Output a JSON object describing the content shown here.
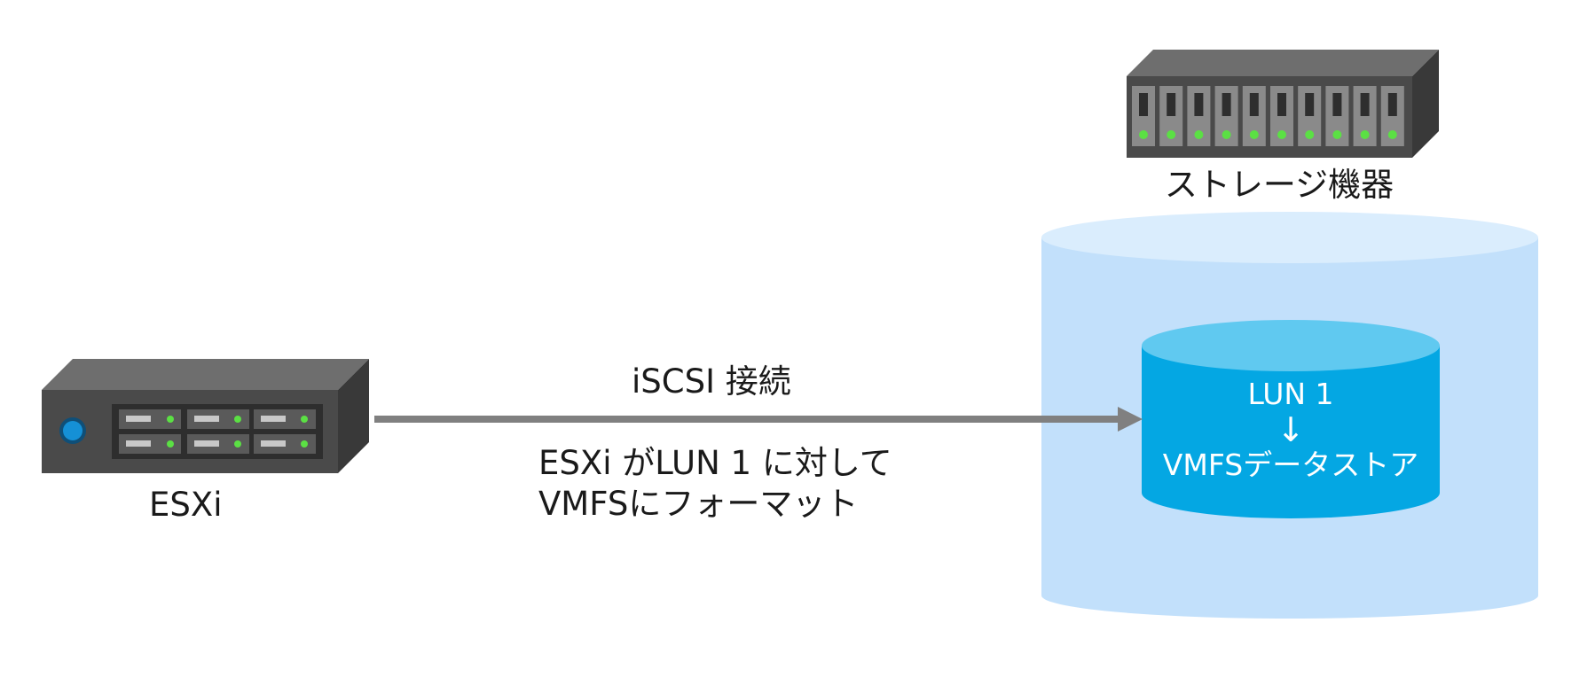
{
  "esxi": {
    "label": "ESXi"
  },
  "storage": {
    "label": "ストレージ機器"
  },
  "connection": {
    "label": "iSCSI 接続",
    "note_line1": "ESXi がLUN 1 に対して",
    "note_line2": "VMFSにフォーマット"
  },
  "lun": {
    "label": "LUN 1",
    "arrow": "↓",
    "datastore": "VMFSデータストア"
  },
  "colors": {
    "outer_cylinder": "#c2e0fb",
    "outer_cylinder_top": "#daedfd",
    "inner_cylinder": "#04a7e3",
    "inner_cylinder_top": "#60c9f0",
    "device_dark": "#4a4a4a",
    "device_top": "#6e6e6e",
    "device_side": "#393939",
    "led_green": "#5be044",
    "power_blue": "#1590d6",
    "arrow": "#808080"
  }
}
